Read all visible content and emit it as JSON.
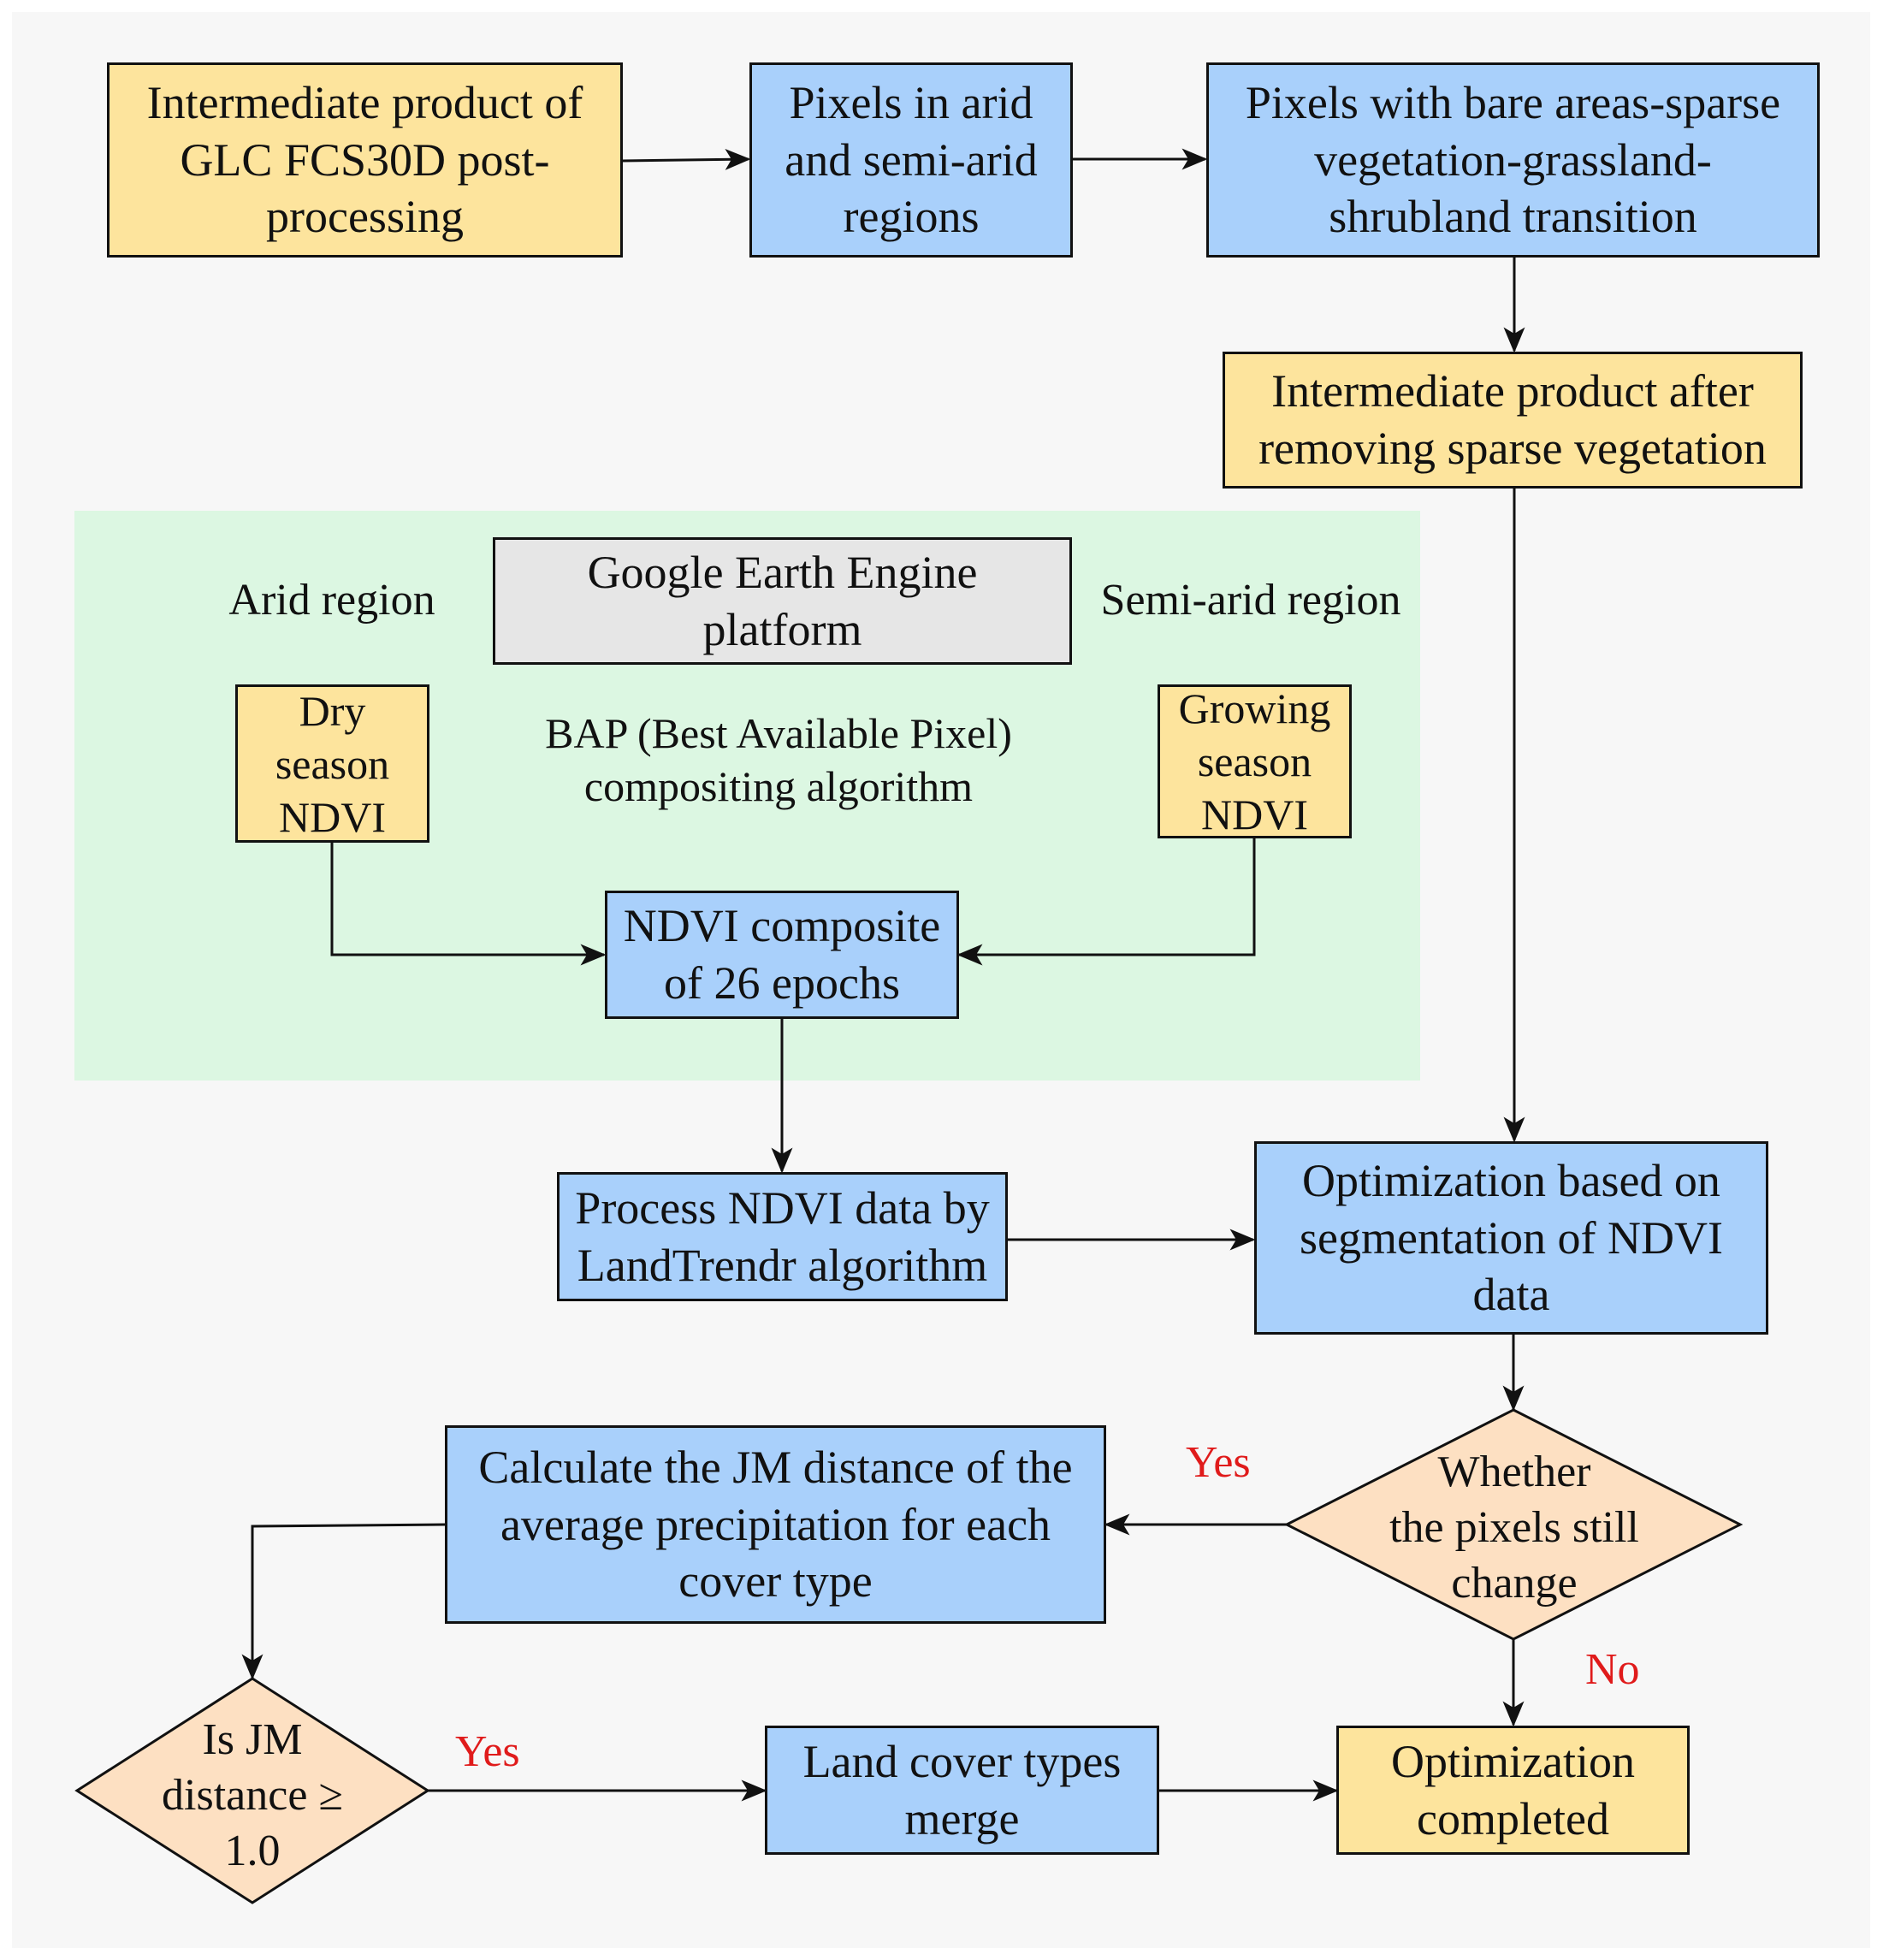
{
  "colors": {
    "process_yellow": "#fde49d",
    "process_blue": "#a9d0fb",
    "platform_gray": "#e6e6e6",
    "decision_fill": "#fde0c2",
    "gee_region_fill": "#dcf7e2",
    "branch_label_red": "#e01b1b"
  },
  "nodes": {
    "intermediate_glc": "Intermediate product of\nGLC FCS30D post-\nprocessing",
    "arid_semiarid_pixels": "Pixels in arid\nand semi-arid\nregions",
    "transition_pixels": "Pixels with bare areas-sparse\nvegetation-grassland-\nshrubland transition",
    "intermediate_after_removal": "Intermediate product after\nremoving sparse vegetation",
    "gee_platform": "Google Earth Engine\nplatform",
    "arid_region": "Arid region",
    "semiarid_region": "Semi-arid region",
    "dry_season_ndvi": "Dry\nseason\nNDVI",
    "growing_season_ndvi": "Growing\nseason\nNDVI",
    "bap_algorithm": "BAP (Best Available Pixel)\ncompositing algorithm",
    "ndvi_composite": "NDVI composite\nof 26 epochs",
    "landtrendr": "Process NDVI data by\nLandTrendr algorithm",
    "optimization_segmentation": "Optimization based on\nsegmentation of NDVI\ndata",
    "pixels_change_decision": "Whether\nthe pixels still\nchange",
    "jm_distance": "Calculate the JM distance of the\naverage precipitation for each\ncover type",
    "jm_threshold_decision": "Is JM\ndistance ≥\n1.0",
    "merge": "Land cover types\nmerge",
    "completed": "Optimization\ncompleted"
  },
  "branches": {
    "change_yes": "Yes",
    "change_no": "No",
    "jm_yes": "Yes"
  },
  "icons": {
    "arrowhead": "arrowhead-icon"
  }
}
